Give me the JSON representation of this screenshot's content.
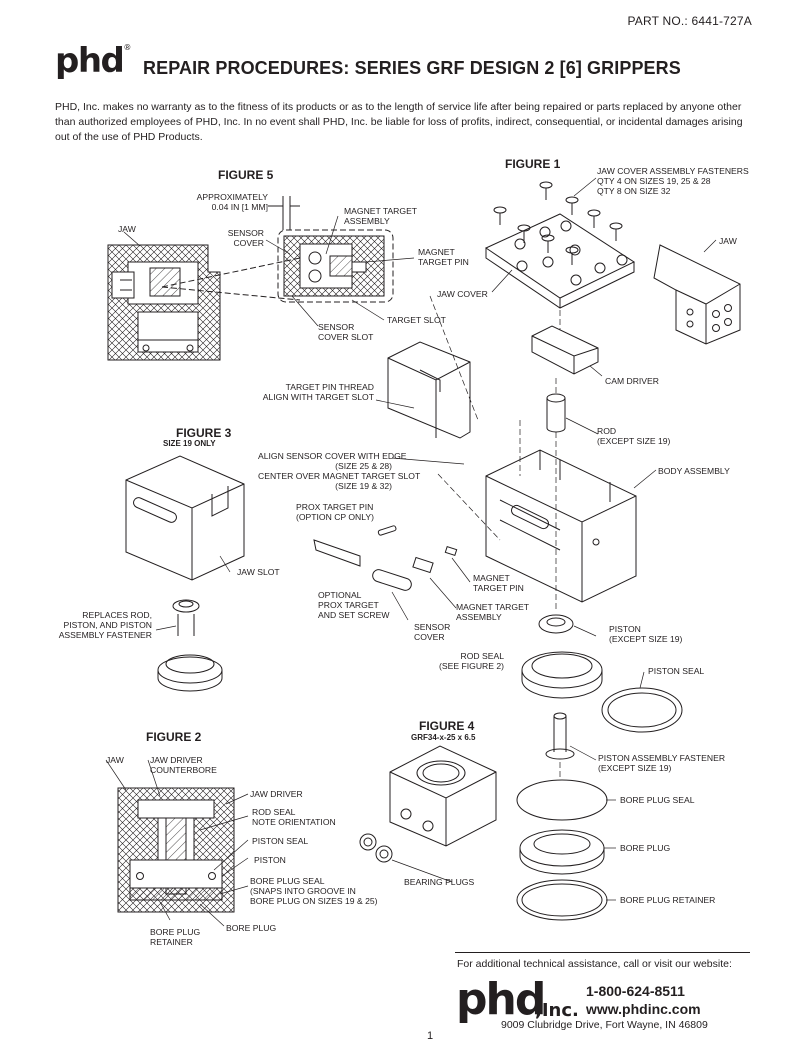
{
  "header": {
    "part_no": "PART NO.: 6441-727A",
    "logo": "phd",
    "logo_mark": "®",
    "title": "REPAIR PROCEDURES: SERIES GRF DESIGN 2 [6] GRIPPERS",
    "disclaimer": "PHD, Inc. makes no warranty as to the fitness of its products or as to the length of service life after being repaired or parts replaced by anyone other than authorized employees of PHD, Inc. In no event shall PHD, Inc. be liable for loss of profits, indirect, consequential, or incidental damages arising out of the use of PHD Products."
  },
  "figures": {
    "fig1": {
      "title": "FIGURE 1"
    },
    "fig2": {
      "title": "FIGURE 2"
    },
    "fig3": {
      "title": "FIGURE 3",
      "subtitle": "SIZE 19 ONLY"
    },
    "fig4": {
      "title": "FIGURE 4",
      "subtitle": "GRF34-x-25 x 6.5"
    },
    "fig5": {
      "title": "FIGURE 5"
    }
  },
  "labels": {
    "jaw_cover_fasteners": [
      "JAW COVER ASSEMBLY FASTENERS",
      "QTY 4 ON SIZES 19, 25 & 28",
      "QTY 8 ON SIZE 32"
    ],
    "jaw_fig1": "JAW",
    "jaw_cover": "JAW COVER",
    "cam_driver": "CAM DRIVER",
    "target_pin_thread": [
      "TARGET PIN THREAD",
      "ALIGN WITH TARGET SLOT"
    ],
    "rod": [
      "ROD",
      "(EXCEPT SIZE 19)"
    ],
    "align_sensor": [
      "ALIGN SENSOR COVER WITH EDGE",
      "(SIZE 25 & 28)",
      "CENTER OVER MAGNET TARGET SLOT",
      "(SIZE 19 & 32)"
    ],
    "body_assembly": "BODY ASSEMBLY",
    "prox_target_pin": [
      "PROX TARGET PIN",
      "(OPTION CP ONLY)"
    ],
    "magnet_target_pin_fig1": [
      "MAGNET",
      "TARGET PIN"
    ],
    "optional_prox": [
      "OPTIONAL",
      "PROX TARGET",
      "AND SET SCREW"
    ],
    "magnet_target_assembly_fig1": [
      "MAGNET TARGET",
      "ASSEMBLY"
    ],
    "sensor_cover_fig1": [
      "SENSOR",
      "COVER"
    ],
    "rod_seal": [
      "ROD SEAL",
      "(SEE FIGURE 2)"
    ],
    "piston": [
      "PISTON",
      "(EXCEPT SIZE 19)"
    ],
    "piston_seal": "PISTON SEAL",
    "piston_assembly_fastener": [
      "PISTON ASSEMBLY FASTENER",
      "(EXCEPT SIZE 19)"
    ],
    "bore_plug_seal": "BORE PLUG SEAL",
    "bore_plug": "BORE PLUG",
    "bore_plug_retainer": "BORE PLUG RETAINER",
    "approximately": [
      "APPROXIMATELY",
      "0.04 in [1 mm]"
    ],
    "jaw_fig5": "JAW",
    "sensor_cover_fig5": [
      "SENSOR",
      "COVER"
    ],
    "magnet_target_assembly_fig5": [
      "MAGNET TARGET",
      "ASSEMBLY"
    ],
    "magnet_target_pin_fig5": [
      "MAGNET",
      "TARGET PIN"
    ],
    "target_slot": "TARGET SLOT",
    "sensor_cover_slot": [
      "SENSOR",
      "COVER SLOT"
    ],
    "jaw_slot": "JAW SLOT",
    "replaces_rod": [
      "REPLACES ROD,",
      "PISTON, AND PISTON",
      "ASSEMBLY FASTENER"
    ],
    "jaw_fig2": "JAW",
    "jaw_driver_counterbore": [
      "JAW DRIVER",
      "COUNTERBORE"
    ],
    "jaw_driver": "JAW DRIVER",
    "rod_seal_fig2": [
      "ROD SEAL",
      "NOTE ORIENTATION"
    ],
    "piston_seal_fig2": "PISTON SEAL",
    "piston_fig2": "PISTON",
    "bore_plug_seal_fig2": [
      "BORE PLUG SEAL",
      "(SNAPS INTO GROOVE IN",
      "BORE PLUG ON SIZES 19 & 25)"
    ],
    "bore_plug_retainer_fig2": [
      "BORE PLUG",
      "RETAINER"
    ],
    "bore_plug_fig2": "BORE PLUG",
    "bearing_plugs": "BEARING PLUGS"
  },
  "footer": {
    "cta": "For additional technical assistance, call or visit our website:",
    "logo": "phd",
    "logo_suffix": ",Inc.",
    "phone": "1-800-624-8511",
    "website": "www.phdinc.com",
    "address": "9009 Clubridge Drive, Fort Wayne, IN 46809",
    "page_number": "1"
  },
  "colors": {
    "ink": "#231f20",
    "hatch": "#231f20",
    "background": "#ffffff"
  }
}
